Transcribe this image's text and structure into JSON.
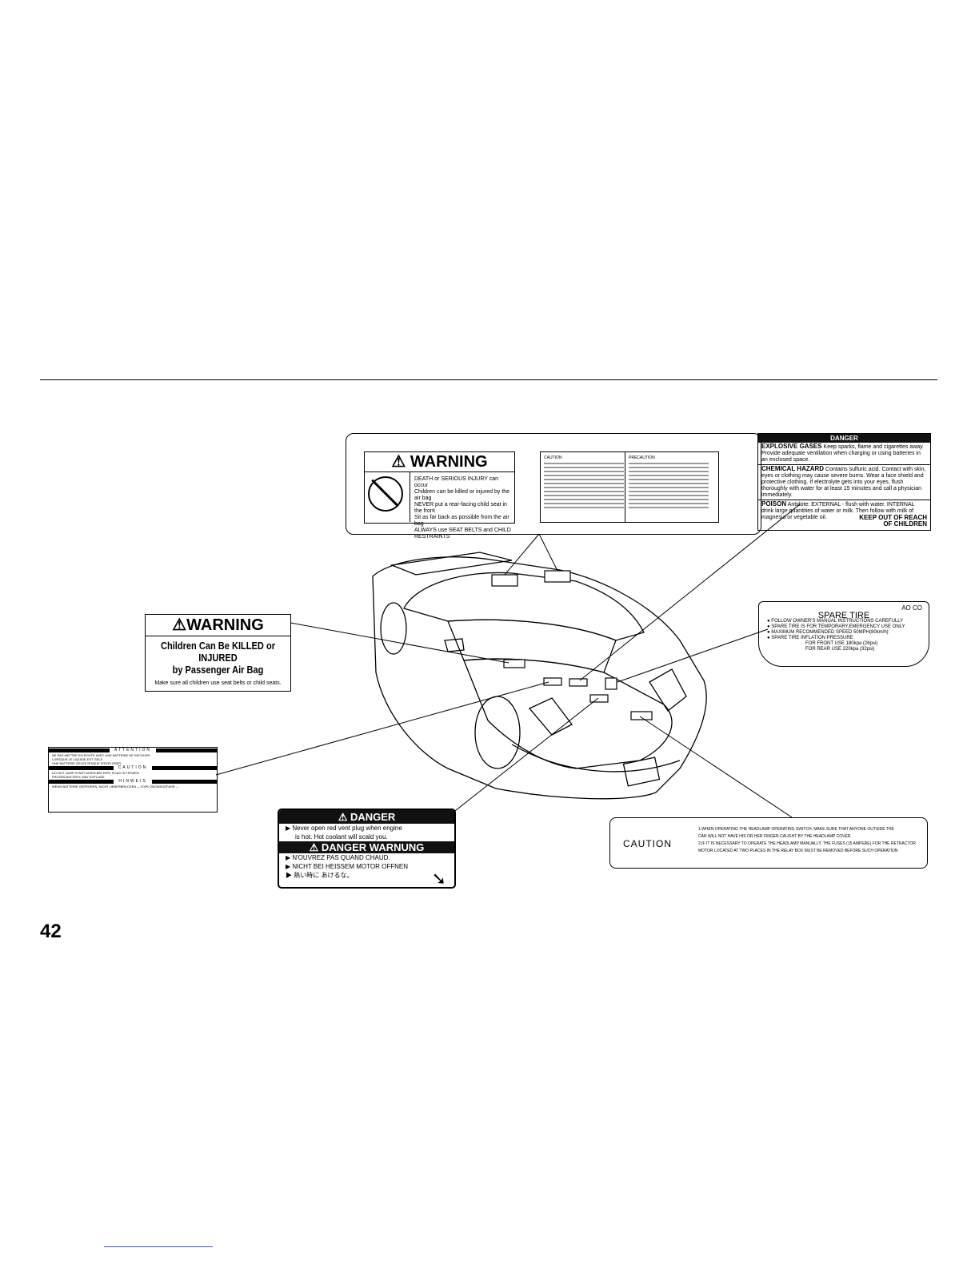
{
  "page_number": "42",
  "top_warning": {
    "title": "WARNING",
    "lines": [
      "DEATH or SERIOUS INJURY can occur",
      "Children can be killed or injured by the air bag",
      "NEVER put a rear-facing child seat in the front",
      "Sit as far back as possible from the air bag",
      "ALWAYS use SEAT BELTS and CHILD RESTRAINTS"
    ]
  },
  "caution_precaution": {
    "left_title": "CAUTION",
    "right_title": "PRECAUTION"
  },
  "battery_danger": {
    "header": "DANGER",
    "explosive_title": "EXPLOSIVE GASES",
    "explosive_text": "Keep sparks, flame and cigarettes away. Provide adequate ventilation when charging or using batteries in an enclosed space.",
    "chemical_title": "CHEMICAL HAZARD",
    "chemical_text": "Contains sulfuric acid. Contact with skin, eyes or clothing may cause severe burns. Wear a face shield and protective clothing. If electrolyte gets into your eyes, flush thoroughly with water for at least 15 minutes and call a physician immediately.",
    "poison_title": "POISON",
    "poison_text": "Antidote: EXTERNAL - flush with water. INTERNAL drink large quantities of water or milk. Then follow with milk of magnesia or vegetable oil.",
    "keep_out": "KEEP OUT OF REACH",
    "of_children": "OF CHILDREN"
  },
  "airbag_warning": {
    "title": "WARNING",
    "line1": "Children Can Be KILLED or INJURED",
    "line2": "by Passenger Air Bag",
    "small": "Make sure all children use seat belts or child seats."
  },
  "spare_tire": {
    "ao": "AO CO",
    "title": "SPARE TIRE",
    "lines": [
      "FOLLOW OWNER'S MANUAL INSTRUCTIONS CAREFULLY",
      "SPARE TIRE IS FOR TEMPORARY,EMERGENCY USE ONLY",
      "MAXIMUM RECOMMENDED SPEED   50MPH(80km/h)",
      "SPARE TIRE INFLATION PRESSURE"
    ],
    "front": "FOR FRONT   USE 180kpa (26psi)",
    "rear": "FOR REAR    USE 220kpa (32psi)"
  },
  "attention_label": {
    "attention": "ATTENTION",
    "fr1": "NE PAS METTRE EN ROUTE AVEC UNE BATTERIE DE SECOURS",
    "fr2": "LORSQUE LE LIQUIDE EST GELE",
    "fr3": "UNE BATTERIE GELEE RISQUE D'EXPLOSER",
    "caution": "CAUTION",
    "en1": "DO NOT JUMP START WHEN BATTERY FLUID IS FROZEN",
    "en2": "FROZEN BATTERY, MAY EXPLODE",
    "hinweis": "HINWEIS",
    "de1": "WENN BATTERIE GEFROREN, NICHT UEBERBRUCKEN  — EXPLOSIONSGEFAHR —"
  },
  "coolant_danger": {
    "header": "DANGER",
    "line1": "Never open red vent plug when engine",
    "line2": "is hot. Hot coolant will scald you.",
    "header2": "DANGER WARNUNG",
    "fr": "N'OUVREZ PAS QUAND CHAUD.",
    "de": "NICHT BEI HEISSEM MOTOR OFFNEN",
    "jp": "熱い時に あけるな。"
  },
  "headlamp_caution": {
    "label": "CAUTION",
    "line1": "1.WHEN OPERATING THE HEADLAMP OPERATING SWITCH, MAKE SURE THAT ANYONE OUTSIDE THE",
    "line2": "CAR WILL NOT HAVE HIS OR HER FINGER CAUGHT BY THE HEADLAMP COVER",
    "line3": "2.IF IT IS NECESSARY TO OPERATE THE HEADLAMP MANUALLY, THE FUSES (15 AMPERE) FOR THE RETRACTOR",
    "line4": "MOTOR LOCATED AT TWO PLACES IN THE RELAY BOX MUST BE REMOVED BEFORE SUCH OPERATION"
  }
}
